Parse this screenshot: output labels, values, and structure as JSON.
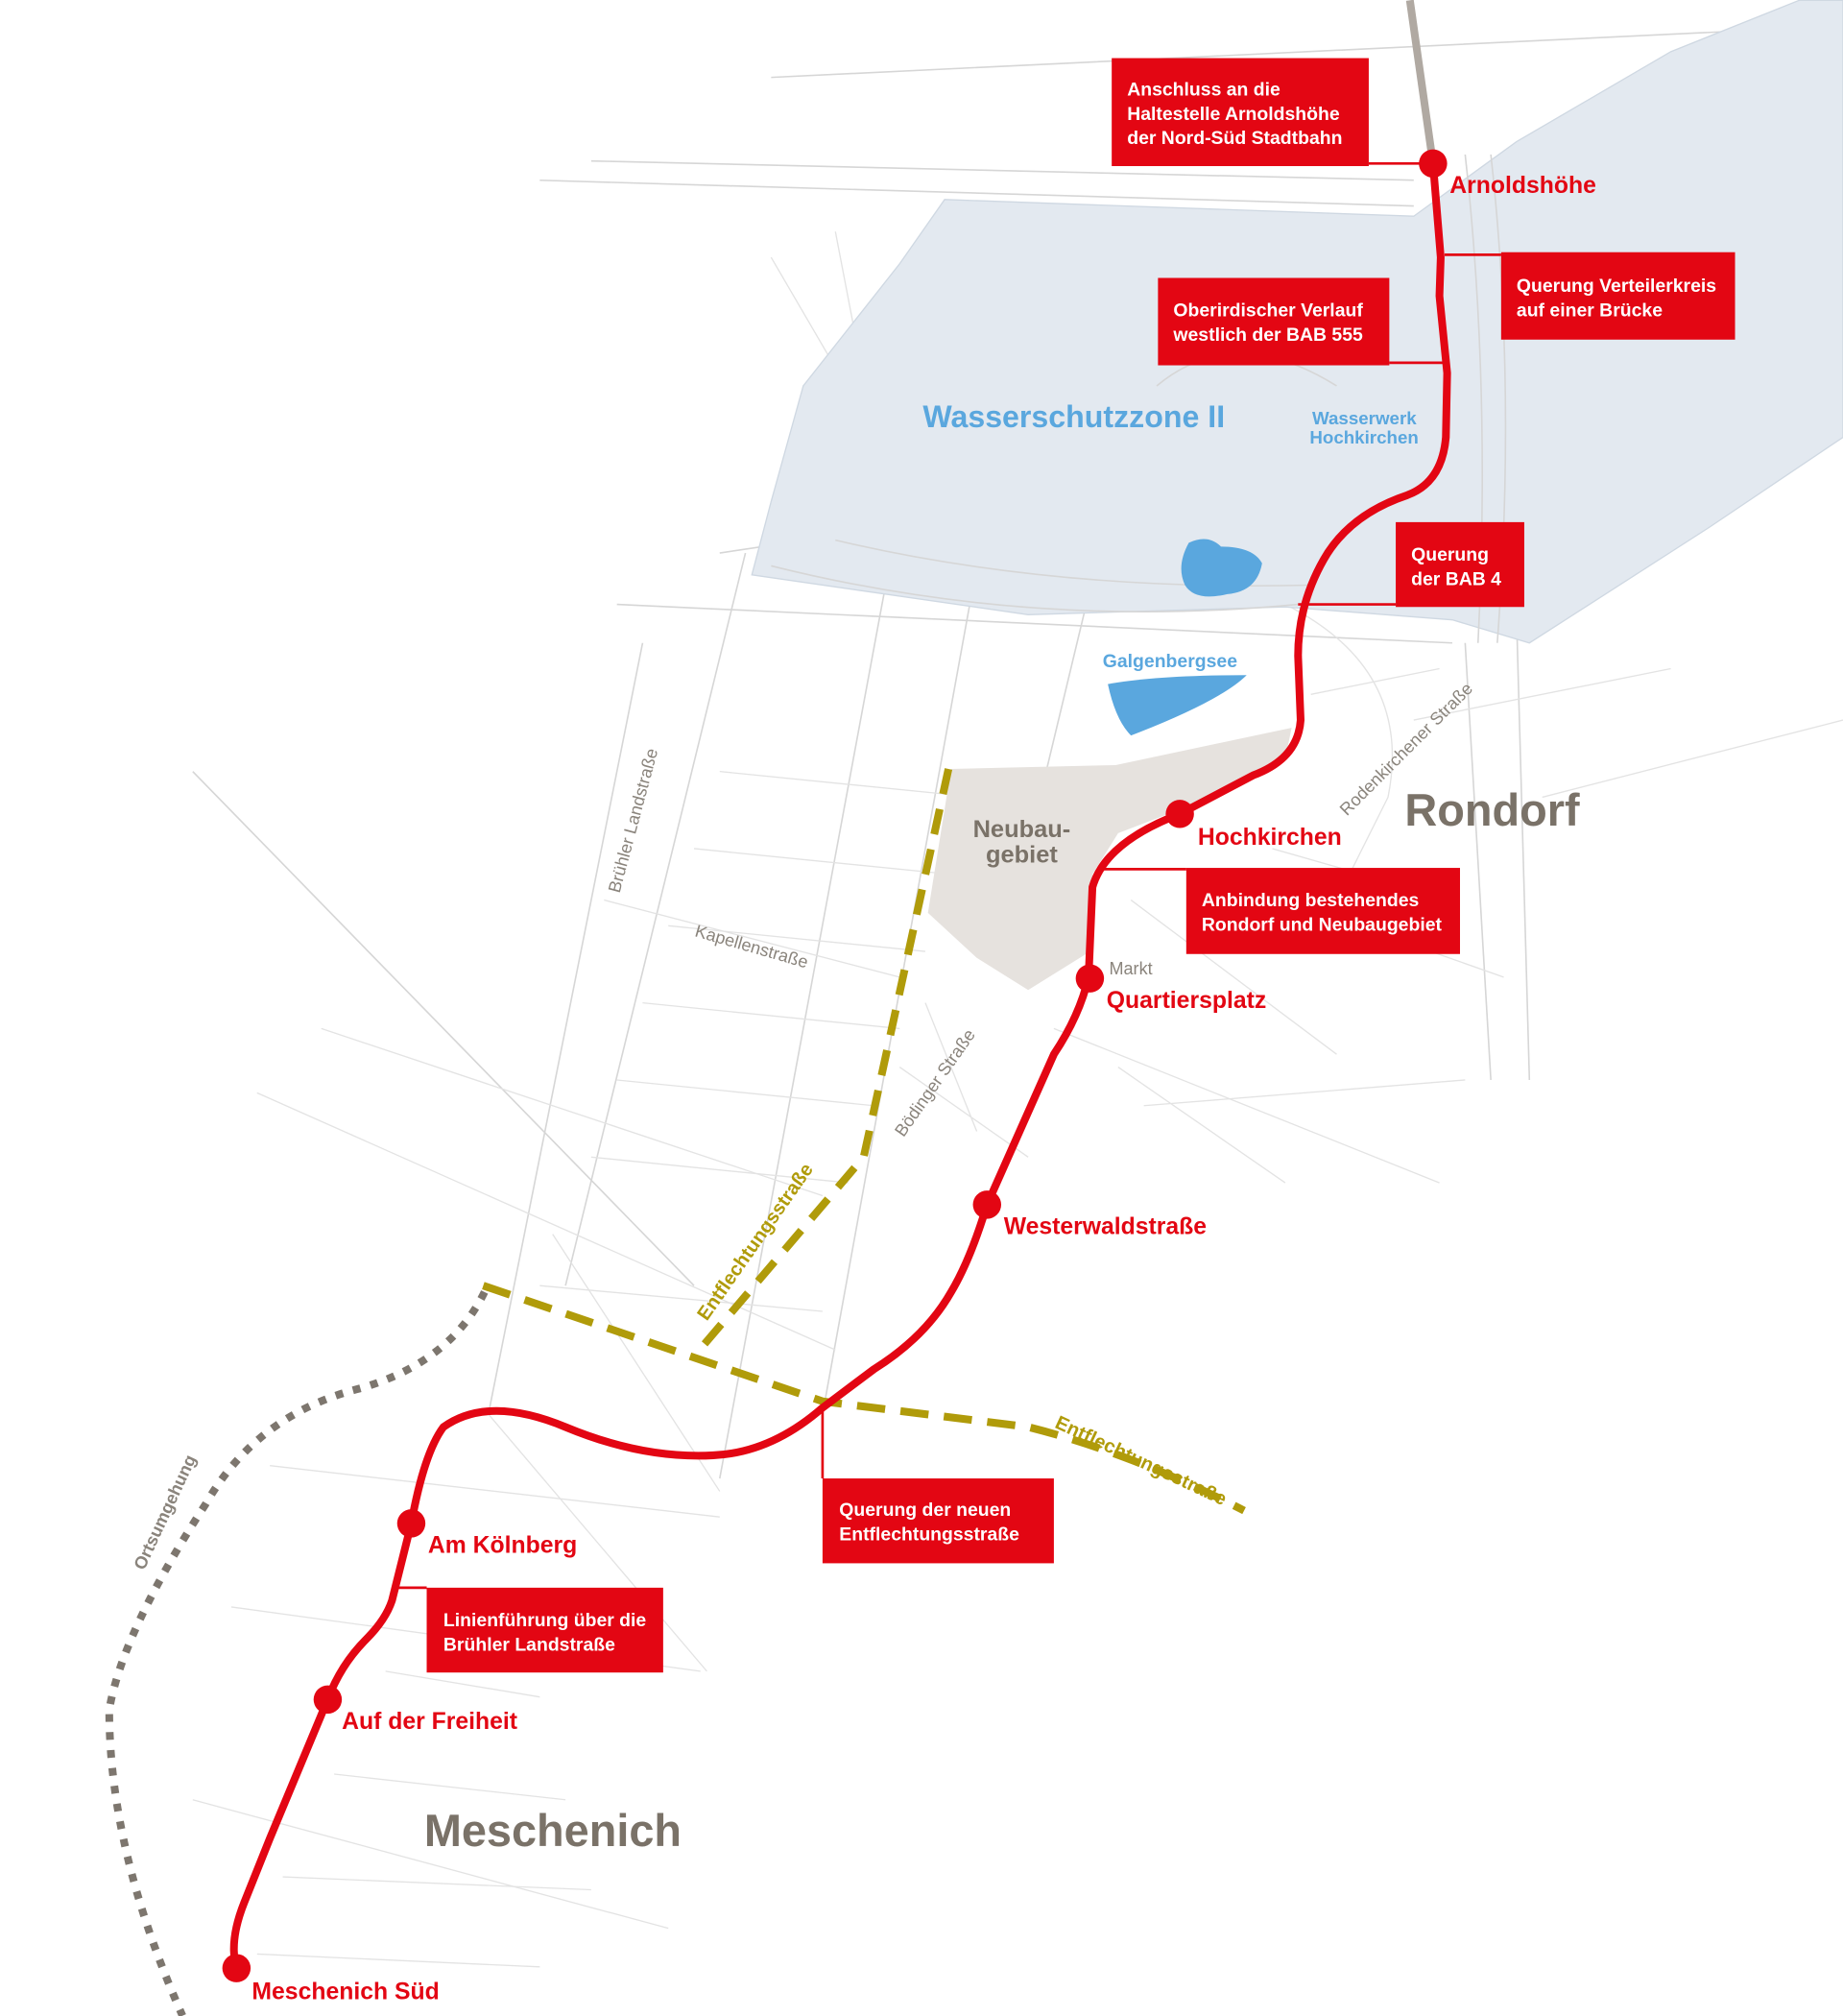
{
  "colors": {
    "line": "#e30613",
    "water_zone": "#e3e9f0",
    "water": "#5aa7de",
    "new_road": "#b09b0a",
    "bypass": "#7d766e",
    "new_area": "#e6e2de"
  },
  "areas": {
    "water_zone": "Wasserschutzzone II",
    "waterworks": [
      "Wasserwerk",
      "Hochkirchen"
    ],
    "lake": "Galgenbergsee",
    "new_area": [
      "Neubau-",
      "gebiet"
    ],
    "town_north": "Rondorf",
    "town_south": "Meschenich",
    "market": "Markt"
  },
  "streets": {
    "bruehler": "Brühler Landstraße",
    "kapellen": "Kapellenstraße",
    "boedinger": "Bödinger Straße",
    "rodenkirchener": "Rodenkirchener Straße",
    "entflechtung_1": "Entflechtungsstraße",
    "entflechtung_2": "Entflechtungsstraße",
    "bypass": "Ortsumgehung"
  },
  "stations": [
    "Arnoldshöhe",
    "Hochkirchen",
    "Quartiersplatz",
    "Westerwaldstraße",
    "Am Kölnberg",
    "Auf der Freiheit",
    "Meschenich Süd"
  ],
  "callouts": [
    [
      "Anschluss an die",
      "Haltestelle Arnoldshöhe",
      "der Nord-Süd Stadtbahn"
    ],
    [
      "Querung Verteilerkreis",
      "auf einer Brücke"
    ],
    [
      "Oberirdischer Verlauf",
      "westlich der BAB 555"
    ],
    [
      "Querung",
      "der BAB 4"
    ],
    [
      "Anbindung bestehendes",
      "Rondorf und Neubaugebiet"
    ],
    [
      "Querung der neuen",
      "Entflechtungsstraße"
    ],
    [
      "Linienführung über die",
      "Brühler Landstraße"
    ]
  ]
}
